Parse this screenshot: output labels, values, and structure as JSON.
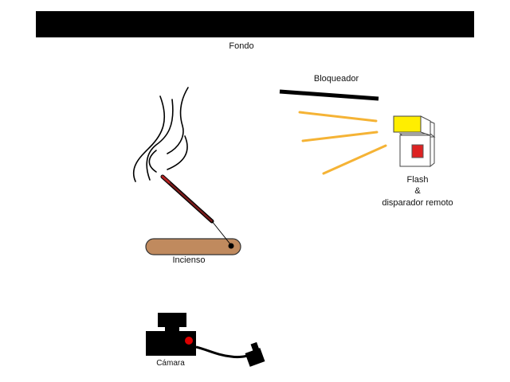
{
  "labels": {
    "background": "Fondo",
    "blocker": "Bloqueador",
    "flash_line1": "Flash",
    "flash_line2": "&",
    "flash_line3": "disparador remoto",
    "incense": "Incienso",
    "camera": "Cámara"
  },
  "colors": {
    "backdrop": "#000000",
    "light_rays": "#f5b335",
    "flash_head": "#ffee00",
    "flash_trigger": "#dd2222",
    "incense_holder": "#c08a5e",
    "incense_tip": "#8b1a1a",
    "camera_body": "#000000",
    "camera_button": "#dd0000"
  },
  "icons": {
    "backdrop": "backdrop-bar",
    "blocker": "blocker-bar",
    "flash": "flash-unit-icon",
    "incense": "incense-stick-icon",
    "smoke": "smoke-icon",
    "camera": "camera-icon",
    "remote": "remote-trigger-icon"
  }
}
